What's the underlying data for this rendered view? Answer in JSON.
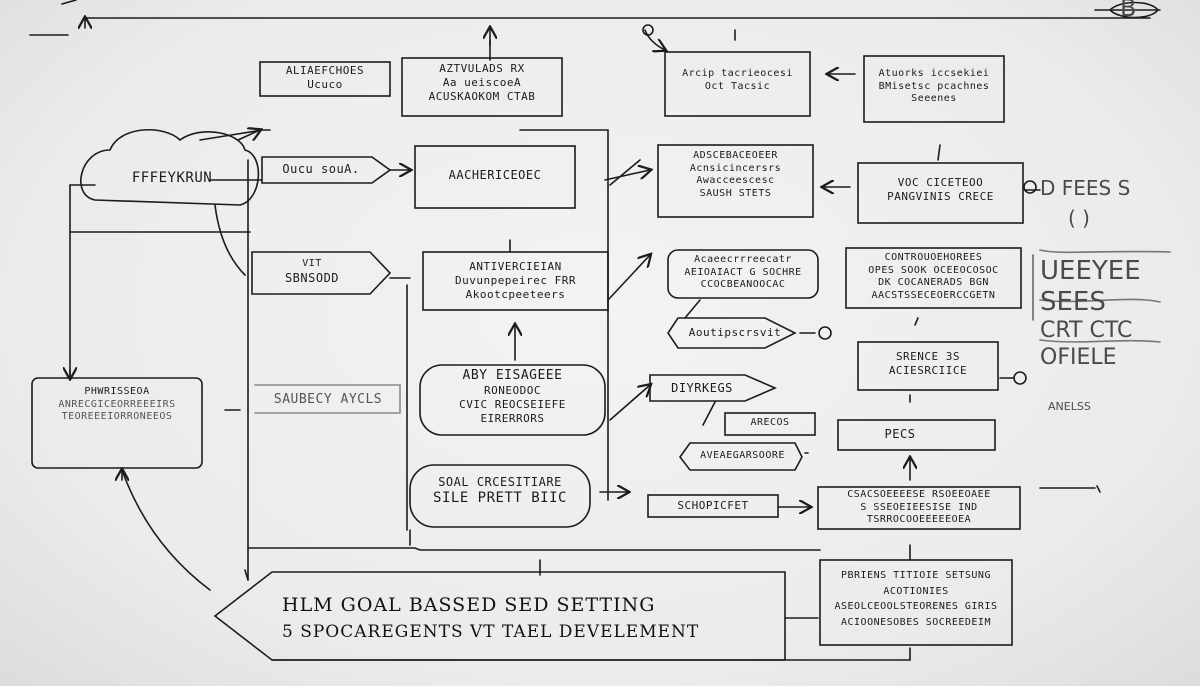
{
  "diagram": {
    "ink_color": "#1c1c1c",
    "paper_color": "#eeeeed",
    "nodes": [
      {
        "id": "n1",
        "lines": [
          "ALIAEFCHOES",
          "Ucuco"
        ]
      },
      {
        "id": "n2",
        "lines": [
          "AZTVULADS RX",
          "Aa ueiscoeA",
          "ACUSKAOKOM CTAB"
        ]
      },
      {
        "id": "n3",
        "lines": [
          "Arcip tacrieocesi",
          "Oct Tacsic"
        ]
      },
      {
        "id": "n4",
        "lines": [
          "Atuorks iccsekiei",
          "BMisetsc pcachnes",
          "Seeenes"
        ]
      },
      {
        "id": "n5",
        "lines": [
          "FFFEYKRUN"
        ]
      },
      {
        "id": "n6",
        "lines": [
          "Oucu souA."
        ]
      },
      {
        "id": "n7",
        "lines": [
          "AACHERICEOEC"
        ]
      },
      {
        "id": "n8",
        "lines": [
          "ADSCEBACEOEER",
          "Acnsicincersrs",
          "Awacceescesc",
          "SAUSH STETS"
        ]
      },
      {
        "id": "n9",
        "lines": [
          "VOC CICETEOO",
          "PANGVINIS CRECE"
        ]
      },
      {
        "id": "n10",
        "lines": [
          "VIT",
          "SBNSODD"
        ]
      },
      {
        "id": "n11",
        "lines": [
          "ANTIVERCIEIAN",
          "Duvunpepeirec FRR",
          "Akootcpeeteers"
        ]
      },
      {
        "id": "n12",
        "lines": [
          "Acaeecrrreecatr",
          "AEIOAIACT G SOCHRE",
          "CCOCBEANOOCAC"
        ]
      },
      {
        "id": "n13",
        "lines": [
          "CONTROUOEHOREES",
          "OPES SOOK OCEEOCOSOC",
          "DK COCANERADS BGN",
          "AACSTSSECEOERCCGETN"
        ]
      },
      {
        "id": "n14",
        "lines": [
          "Aoutipscrsvit"
        ]
      },
      {
        "id": "n15",
        "lines": [
          "PHWRISSEOA",
          "ANRECGICEORREEEIRS",
          "TEOREEEIORRONEEOS"
        ]
      },
      {
        "id": "n16",
        "lines": [
          "SAUBECY AYCLS"
        ]
      },
      {
        "id": "n17",
        "lines": [
          "ABY EISAGEEE",
          "RONEODOC",
          "CVIC REOCSEIEFE",
          "EIRERRORS"
        ]
      },
      {
        "id": "n18",
        "lines": [
          "DIYRKEGS"
        ]
      },
      {
        "id": "n19",
        "lines": [
          "SRENCE 3S",
          "ACIESRCIICE"
        ]
      },
      {
        "id": "n20",
        "lines": [
          "ARECOS"
        ]
      },
      {
        "id": "n21",
        "lines": [
          "AVEAEGARSOORE"
        ]
      },
      {
        "id": "n22",
        "lines": [
          "PECS"
        ]
      },
      {
        "id": "n23",
        "lines": [
          "SOAL CRCESITIARE",
          "SILE PRETT BIIC"
        ]
      },
      {
        "id": "n24",
        "lines": [
          "SCHOPICFET"
        ]
      },
      {
        "id": "n25",
        "lines": [
          "CSACSOEEEESE RSOEEOAEE",
          "S SSEOEIEESISE IND",
          "TSRROCOOEEEEEOEA"
        ]
      },
      {
        "id": "n26",
        "lines": [
          "PBRIENS TITIOIE SETSUNG",
          "ACOTIONIES",
          "ASEOLCEOOLSTEORENES GIRIS",
          "ACIOONESOBES SOCREEDEIM"
        ]
      }
    ],
    "goal": {
      "line1": "HLM GOAL BASSED SED SETTING",
      "line2": "5 SPOCAREGENTS VT TAEL DEVELEMENT"
    },
    "scrawl": {
      "right_top": "D FEES S",
      "right_paren": "( )",
      "right_block": [
        "UEEYEE",
        "SEES",
        "CRT CTC",
        "OFIELE"
      ],
      "right_small": "ANELSS",
      "top_right_glyph": "B"
    }
  }
}
